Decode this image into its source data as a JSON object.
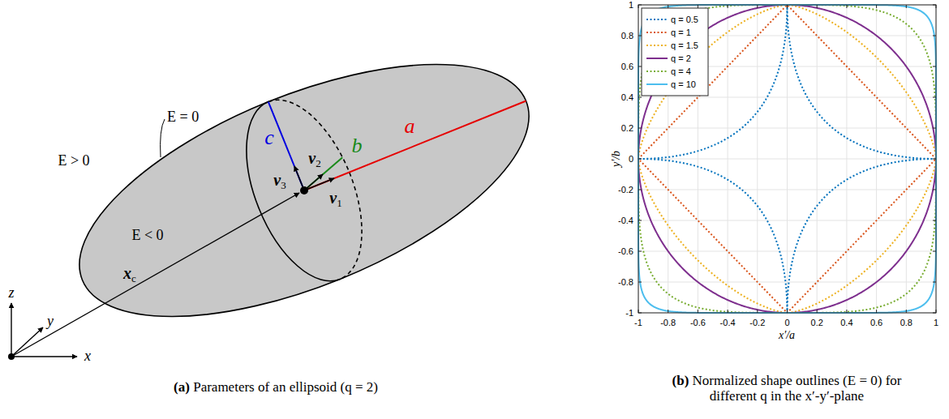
{
  "diagram": {
    "labels": [
      "E > 0",
      "E = 0",
      "E < 0",
      "a",
      "b",
      "c",
      "v1",
      "v2",
      "v3",
      "xc",
      "z",
      "y",
      "x",
      "(a) Parameters of an ellipsoid (q = 2)",
      "1",
      "0.8",
      "0.6",
      "0.4",
      "0.2",
      "0",
      "-0.2",
      "-0.4",
      "-0.6",
      "-0.8",
      "-1",
      "-1",
      "-0.8",
      "-0.6",
      "-0.4",
      "-0.2",
      "0",
      "0.2",
      "0.4",
      "0.6",
      "0.8",
      "1",
      "y′/b",
      "x′/a",
      "(b) Normalized shape outlines (E = 0) for different q in the x′-y′-plane"
    ],
    "legend": [
      {
        "text": "q = 0.5"
      },
      {
        "text": "q = 1"
      },
      {
        "text": "q = 1.5"
      },
      {
        "text": "q = 2"
      },
      {
        "text": "q = 4"
      },
      {
        "text": "q = 10"
      }
    ]
  }
}
